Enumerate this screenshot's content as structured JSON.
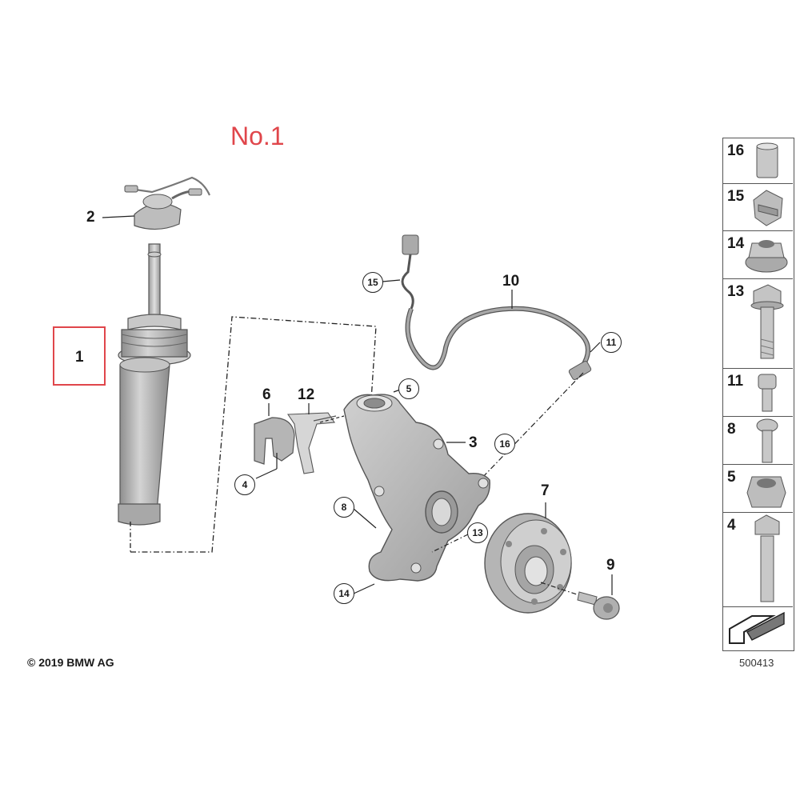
{
  "title": "No.1",
  "copyright": "© 2019 BMW AG",
  "diagram_number": "500413",
  "callouts": {
    "c1": "1",
    "c2": "2",
    "c3": "3",
    "c4": "4",
    "c5": "5",
    "c6": "6",
    "c7": "7",
    "c8": "8",
    "c9": "9",
    "c10": "10",
    "c11": "11",
    "c12": "12",
    "c13": "13",
    "c14": "14",
    "c15": "15",
    "c16": "16"
  },
  "legend": {
    "items": [
      {
        "number": "16",
        "icon": "sleeve-bushing-icon"
      },
      {
        "number": "15",
        "icon": "cable-clip-icon"
      },
      {
        "number": "14",
        "icon": "flange-nut-icon"
      },
      {
        "number": "13",
        "icon": "hex-flange-bolt-icon"
      },
      {
        "number": "11",
        "icon": "socket-head-screw-icon"
      },
      {
        "number": "8",
        "icon": "torx-button-screw-icon"
      },
      {
        "number": "5",
        "icon": "hex-nut-icon"
      },
      {
        "number": "4",
        "icon": "long-hex-bolt-icon"
      }
    ]
  },
  "colors": {
    "highlight": "#e0464b",
    "part_fill": "#b8b8b8",
    "part_stroke": "#5a5a5a"
  }
}
